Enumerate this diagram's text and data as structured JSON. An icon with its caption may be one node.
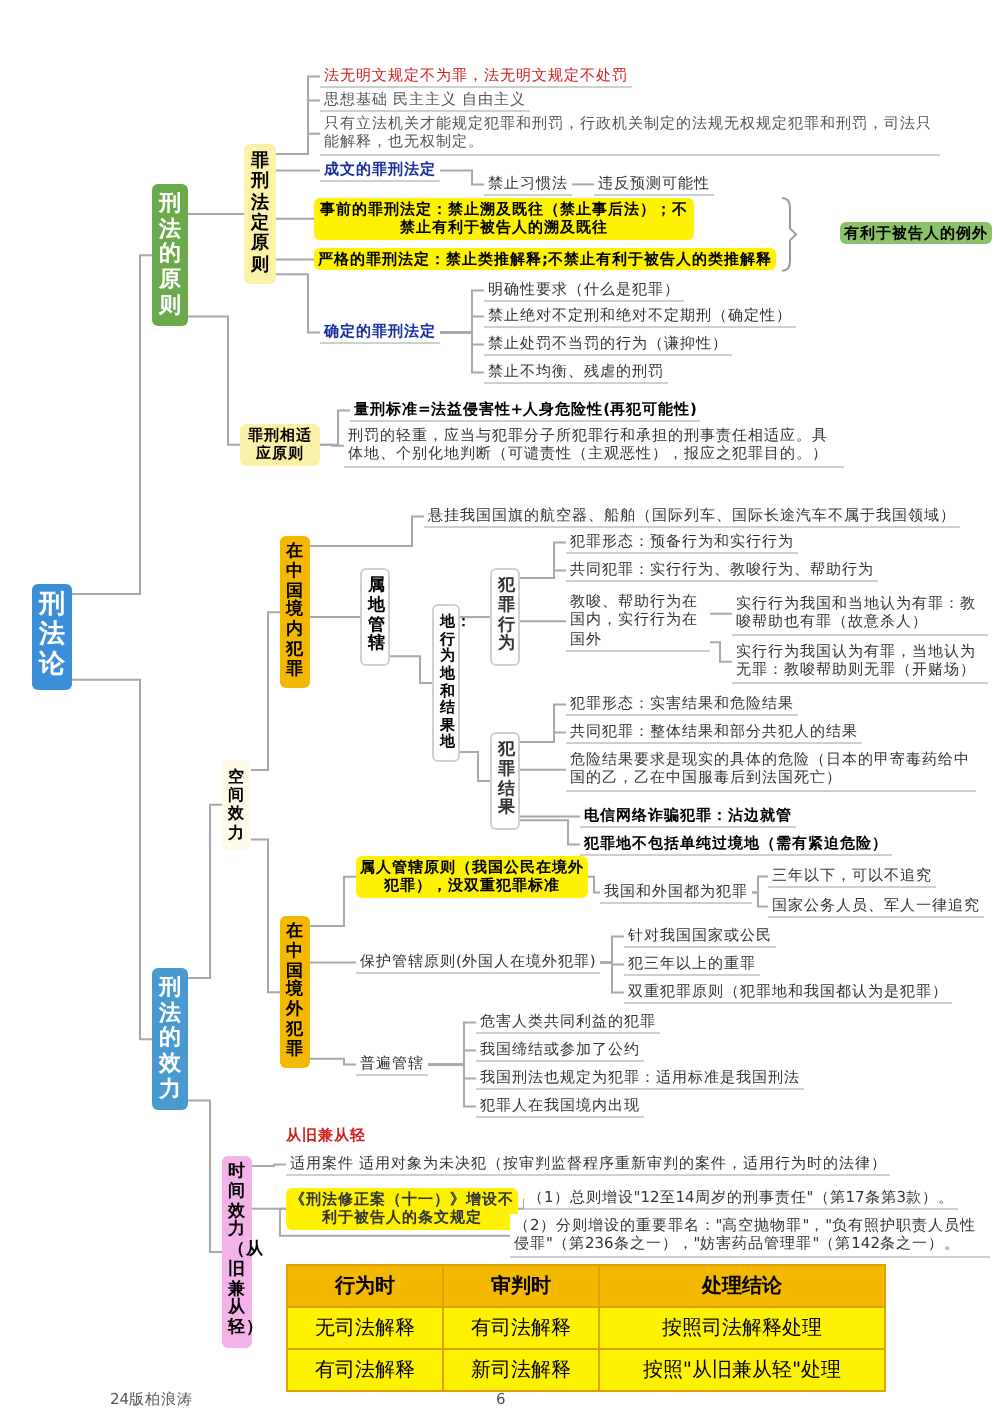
{
  "diagram": {
    "nodes": [
      {
        "text": [
          "刑法论"
        ]
      },
      {
        "text": [
          "刑法的原则"
        ]
      },
      {
        "text": [
          "罪刑法定原则"
        ]
      },
      {
        "text": [
          "法无明文规定不为罪，法无明文规定不处罚"
        ]
      },
      {
        "text": [
          "思想基础 民主主义 自由主义"
        ]
      },
      {
        "text": [
          "只有立法机关才能规定犯罪和刑罚，行政机关制定的法规无权规定犯罪和刑罚，司法只能解释，也无权制定。"
        ]
      },
      {
        "text": [
          "成文的罪刑法定"
        ]
      },
      {
        "text": [
          "禁止习惯法"
        ]
      },
      {
        "text": [
          "违反预测可能性"
        ]
      },
      {
        "text": [
          "事前的罪刑法定：禁止溯及既往（禁止事后法）；不禁止有利于被告人的溯及既往"
        ]
      },
      {
        "text": [
          "严格的罪刑法定：禁止类推解释;不禁止有利于被告人的类推解释"
        ]
      },
      {
        "text": [
          "有利于被告人的例外"
        ]
      },
      {
        "text": [
          "确定的罪刑法定"
        ]
      },
      {
        "text": [
          "明确性要求（什么是犯罪）"
        ]
      },
      {
        "text": [
          "禁止绝对不定刑和绝对不定期刑（确定性）"
        ]
      },
      {
        "text": [
          "禁止处罚不当罚的行为（谦抑性）"
        ]
      },
      {
        "text": [
          "禁止不均衡、残虐的刑罚"
        ]
      },
      {
        "text": [
          "罪刑相适应原则"
        ]
      },
      {
        "text": [
          "量刑标准=法益侵害性+人身危险性(再犯可能性)"
        ]
      },
      {
        "text": [
          "刑罚的轻重，应当与犯罪分子所犯罪行和承担的刑事责任相适应。具体地、个别化地判断（可谴责性（主观恶性），报应之犯罪目的。）"
        ]
      },
      {
        "text": [
          "刑法的效力"
        ]
      },
      {
        "text": [
          "空间效力"
        ]
      },
      {
        "text": [
          "在中国境内犯罪"
        ]
      },
      {
        "text": [
          "悬挂我国国旗的航空器、船舶（国际列车、国际长途汽车不属于我国领域）"
        ]
      },
      {
        "text": [
          "属地管辖"
        ]
      },
      {
        "text": [
          "地：行为地和结果地"
        ]
      },
      {
        "text": [
          "犯罪行为"
        ]
      },
      {
        "text": [
          "犯罪形态：预备行为和实行行为"
        ]
      },
      {
        "text": [
          "共同犯罪：实行行为、教唆行为、帮助行为"
        ]
      },
      {
        "text": [
          "教唆、帮助行为在国内，实行行为在国外"
        ]
      },
      {
        "text": [
          "实行行为我国和当地认为有罪：教唆帮助也有罪（故意杀人）"
        ]
      },
      {
        "text": [
          "实行行为我国认为有罪，当地认为无罪：教唆帮助则无罪（开赌场）"
        ]
      },
      {
        "text": [
          "犯罪结果"
        ]
      },
      {
        "text": [
          "犯罪形态：实害结果和危险结果"
        ]
      },
      {
        "text": [
          "共同犯罪：整体结果和部分共犯人的结果"
        ]
      },
      {
        "text": [
          "危险结果要求是现实的具体的危险（日本的甲寄毒药给中国的乙，乙在中国服毒后到法国死亡）"
        ]
      },
      {
        "text": [
          "电信网络诈骗犯罪：沾边就管"
        ]
      },
      {
        "text": [
          "犯罪地不包括单纯过境地（需有紧迫危险）"
        ]
      },
      {
        "text": [
          "在中国境外犯罪"
        ]
      },
      {
        "text": [
          "属人管辖原则（我国公民在境外犯罪），没双重犯罪标准"
        ]
      },
      {
        "text": [
          "我国和外国都为犯罪"
        ]
      },
      {
        "text": [
          "三年以下，可以不追究"
        ]
      },
      {
        "text": [
          "国家公务人员、军人一律追究"
        ]
      },
      {
        "text": [
          "保护管辖原则(外国人在境外犯罪)"
        ]
      },
      {
        "text": [
          "针对我国国家或公民"
        ]
      },
      {
        "text": [
          "犯三年以上的重罪"
        ]
      },
      {
        "text": [
          "双重犯罪原则（犯罪地和我国都认为是犯罪）"
        ]
      },
      {
        "text": [
          "普遍管辖"
        ]
      },
      {
        "text": [
          "危害人类共同利益的犯罪"
        ]
      },
      {
        "text": [
          "我国缔结或参加了公约"
        ]
      },
      {
        "text": [
          "我国刑法也规定为犯罪：适用标准是我国刑法"
        ]
      },
      {
        "text": [
          "犯罪人在我国境内出现"
        ]
      },
      {
        "text": [
          "时间效力（从旧兼从轻）"
        ]
      },
      {
        "text": [
          "适用案件 适用对象为未决犯（按审判监督程序重新审判的案件，适用行为时的法律）"
        ]
      },
      {
        "text": [
          "《刑法修正案（十一）》增设不利于被告人的条文规定"
        ]
      },
      {
        "text": [
          "（1）总则增设\"12至14周岁的刑事责任\"（第17条第3款）。"
        ]
      },
      {
        "text": [
          "（2）分则增设的重要罪名：\"高空抛物罪\"，\"负有照护职责人员性侵罪\"（第236条之一），\"妨害药品管理罪\"（第142条之一）。"
        ]
      }
    ],
    "edges": [
      {
        "from": 0,
        "to": 1,
        "arrow": "none"
      },
      {
        "from": 1,
        "to": 2,
        "arrow": "none"
      },
      {
        "from": 2,
        "to": 3,
        "arrow": "none"
      },
      {
        "from": 2,
        "to": 4,
        "arrow": "none"
      },
      {
        "from": 2,
        "to": 5,
        "arrow": "none"
      },
      {
        "from": 2,
        "to": 6,
        "arrow": "none"
      },
      {
        "from": 6,
        "to": 7,
        "arrow": "none"
      },
      {
        "from": 7,
        "to": 8,
        "arrow": "none"
      },
      {
        "from": 2,
        "to": 9,
        "arrow": "none"
      },
      {
        "from": 2,
        "to": 10,
        "arrow": "none"
      },
      {
        "from": 2,
        "to": 12,
        "arrow": "none"
      },
      {
        "from": 12,
        "to": 13,
        "arrow": "none"
      },
      {
        "from": 12,
        "to": 14,
        "arrow": "none"
      },
      {
        "from": 12,
        "to": 15,
        "arrow": "none"
      },
      {
        "from": 12,
        "to": 16,
        "arrow": "none"
      },
      {
        "from": 1,
        "to": 17,
        "arrow": "none"
      },
      {
        "from": 17,
        "to": 18,
        "arrow": "none"
      },
      {
        "from": 17,
        "to": 19,
        "arrow": "none"
      },
      {
        "from": 0,
        "to": 20,
        "arrow": "none"
      },
      {
        "from": 20,
        "to": 21,
        "arrow": "none"
      },
      {
        "from": 21,
        "to": 22,
        "arrow": "none"
      },
      {
        "from": 22,
        "to": 23,
        "arrow": "none"
      },
      {
        "from": 22,
        "to": 24,
        "arrow": "none"
      },
      {
        "from": 24,
        "to": 25,
        "arrow": "none"
      },
      {
        "from": 25,
        "to": 26,
        "arrow": "none"
      },
      {
        "from": 26,
        "to": 27,
        "arrow": "none"
      },
      {
        "from": 26,
        "to": 28,
        "arrow": "none"
      },
      {
        "from": 26,
        "to": 29,
        "arrow": "none"
      },
      {
        "from": 29,
        "to": 30,
        "arrow": "none"
      },
      {
        "from": 29,
        "to": 31,
        "arrow": "none"
      },
      {
        "from": 25,
        "to": 32,
        "arrow": "none"
      },
      {
        "from": 32,
        "to": 33,
        "arrow": "none"
      },
      {
        "from": 32,
        "to": 34,
        "arrow": "none"
      },
      {
        "from": 32,
        "to": 35,
        "arrow": "none"
      },
      {
        "from": 32,
        "to": 36,
        "arrow": "none"
      },
      {
        "from": 32,
        "to": 37,
        "arrow": "none"
      },
      {
        "from": 21,
        "to": 38,
        "arrow": "none"
      },
      {
        "from": 38,
        "to": 39,
        "arrow": "none"
      },
      {
        "from": 39,
        "to": 40,
        "arrow": "none"
      },
      {
        "from": 40,
        "to": 41,
        "arrow": "none"
      },
      {
        "from": 40,
        "to": 42,
        "arrow": "none"
      },
      {
        "from": 38,
        "to": 43,
        "arrow": "none"
      },
      {
        "from": 43,
        "to": 44,
        "arrow": "none"
      },
      {
        "from": 43,
        "to": 45,
        "arrow": "none"
      },
      {
        "from": 43,
        "to": 46,
        "arrow": "none"
      },
      {
        "from": 38,
        "to": 47,
        "arrow": "none"
      },
      {
        "from": 47,
        "to": 48,
        "arrow": "none"
      },
      {
        "from": 47,
        "to": 49,
        "arrow": "none"
      },
      {
        "from": 47,
        "to": 50,
        "arrow": "none"
      },
      {
        "from": 47,
        "to": 51,
        "arrow": "none"
      },
      {
        "from": 20,
        "to": 52,
        "arrow": "none"
      },
      {
        "from": 52,
        "to": 53,
        "arrow": "none"
      },
      {
        "from": 52,
        "to": 54,
        "arrow": "none"
      },
      {
        "from": 54,
        "to": 55,
        "arrow": "none"
      },
      {
        "from": 54,
        "to": 56,
        "arrow": "none"
      }
    ],
    "labels": [
      "从旧兼从轻",
      "行为时",
      "审判时",
      "处理结论",
      "无司法解释",
      "有司法解释",
      "按照司法解释处理",
      "有司法解释",
      "新司法解释",
      "按照\"从旧兼从轻\"处理",
      "24版柏浪涛",
      "6"
    ]
  }
}
